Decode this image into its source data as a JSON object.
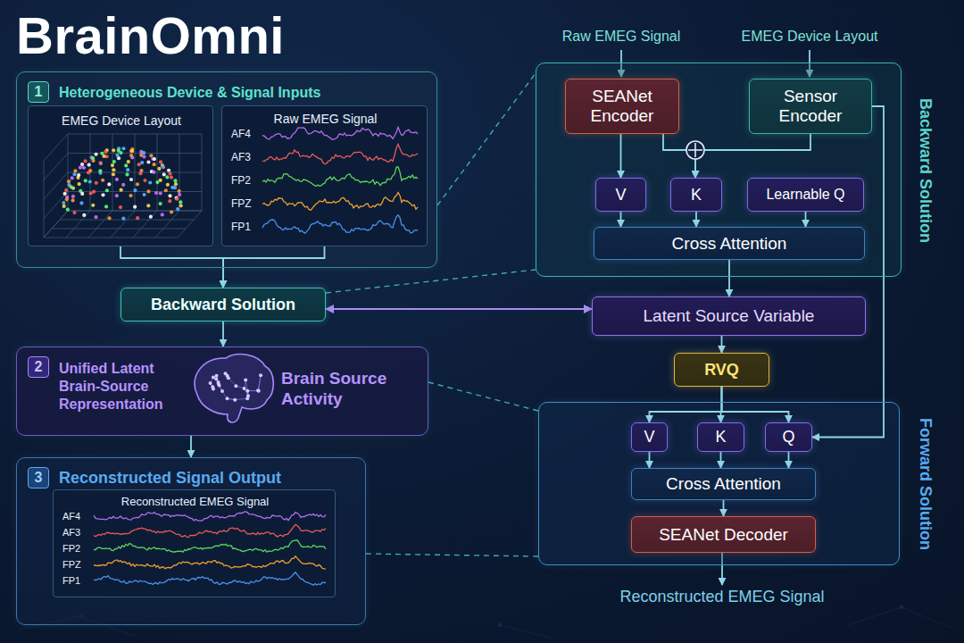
{
  "diagram": {
    "title": "BrainOmni",
    "nodes": [
      {
        "text": [
          "1",
          "Heterogeneous Device & Signal Inputs"
        ]
      },
      {
        "text": [
          "EMEG Device Layout"
        ],
        "in": 0
      },
      {
        "text": [
          "Raw EMEG Signal",
          "AF4",
          "AF3",
          "FP2",
          "FPZ",
          "FP1"
        ],
        "in": 0
      },
      {
        "text": [
          "Backward Solution"
        ]
      },
      {
        "text": [
          "2",
          "Unified Latent Brain-Source Representation",
          "Brain Source Activity"
        ]
      },
      {
        "text": [
          "3",
          "Reconstructed Signal Output"
        ]
      },
      {
        "text": [
          "Reconstructed EMEG Signal",
          "AF4",
          "AF3",
          "FP2",
          "FPZ",
          "FP1"
        ],
        "in": 5
      },
      {
        "text": [
          "Backward Solution"
        ]
      },
      {
        "text": [
          "SEANet Encoder"
        ],
        "in": 7
      },
      {
        "text": [
          "Sensor Encoder"
        ],
        "in": 7
      },
      {
        "text": [
          "V"
        ],
        "in": 7
      },
      {
        "text": [
          "K"
        ],
        "in": 7
      },
      {
        "text": [
          "Learnable Q"
        ],
        "in": 7
      },
      {
        "text": [
          "Cross Attention"
        ],
        "in": 7
      },
      {
        "text": [
          "Latent Source Variable"
        ]
      },
      {
        "text": [
          "RVQ"
        ]
      },
      {
        "text": [
          "Forward Solution"
        ]
      },
      {
        "text": [
          "V"
        ],
        "in": 16
      },
      {
        "text": [
          "K"
        ],
        "in": 16
      },
      {
        "text": [
          "Q"
        ],
        "in": 16
      },
      {
        "text": [
          "Cross Attention"
        ],
        "in": 16
      },
      {
        "text": [
          "SEANet Decoder"
        ],
        "in": 16
      }
    ],
    "edges": [
      {
        "from": 1,
        "to": 3,
        "arrow": "to"
      },
      {
        "from": 2,
        "to": 3,
        "arrow": "to"
      },
      {
        "from": 3,
        "to": 4,
        "arrow": "to"
      },
      {
        "from": 4,
        "to": 5,
        "arrow": "to"
      },
      {
        "from": 3,
        "to": 14,
        "arrow": "both"
      },
      {
        "from": 0,
        "to": 7,
        "arrow": "none"
      },
      {
        "from": 3,
        "to": 7,
        "arrow": "none"
      },
      {
        "from": 4,
        "to": 16,
        "arrow": "none"
      },
      {
        "from": 5,
        "to": 16,
        "arrow": "none"
      },
      {
        "from": 8,
        "to": 10,
        "arrow": "to"
      },
      {
        "from": 8,
        "to": 11,
        "arrow": "to"
      },
      {
        "from": 9,
        "to": 11,
        "arrow": "to"
      },
      {
        "from": 9,
        "to": 19,
        "arrow": "to"
      },
      {
        "from": 10,
        "to": 13,
        "arrow": "to"
      },
      {
        "from": 11,
        "to": 13,
        "arrow": "to"
      },
      {
        "from": 12,
        "to": 13,
        "arrow": "to"
      },
      {
        "from": 13,
        "to": 14,
        "arrow": "to"
      },
      {
        "from": 14,
        "to": 15,
        "arrow": "to"
      },
      {
        "from": 15,
        "to": 17,
        "arrow": "to"
      },
      {
        "from": 15,
        "to": 18,
        "arrow": "to"
      },
      {
        "from": 15,
        "to": 19,
        "arrow": "to"
      },
      {
        "from": 17,
        "to": 20,
        "arrow": "to"
      },
      {
        "from": 18,
        "to": 20,
        "arrow": "to"
      },
      {
        "from": 19,
        "to": 20,
        "arrow": "to"
      },
      {
        "from": 20,
        "to": 21,
        "arrow": "to"
      }
    ],
    "labels": [
      "Raw EMEG Signal",
      "EMEG Device Layout",
      "Reconstructed EMEG Signal"
    ]
  }
}
